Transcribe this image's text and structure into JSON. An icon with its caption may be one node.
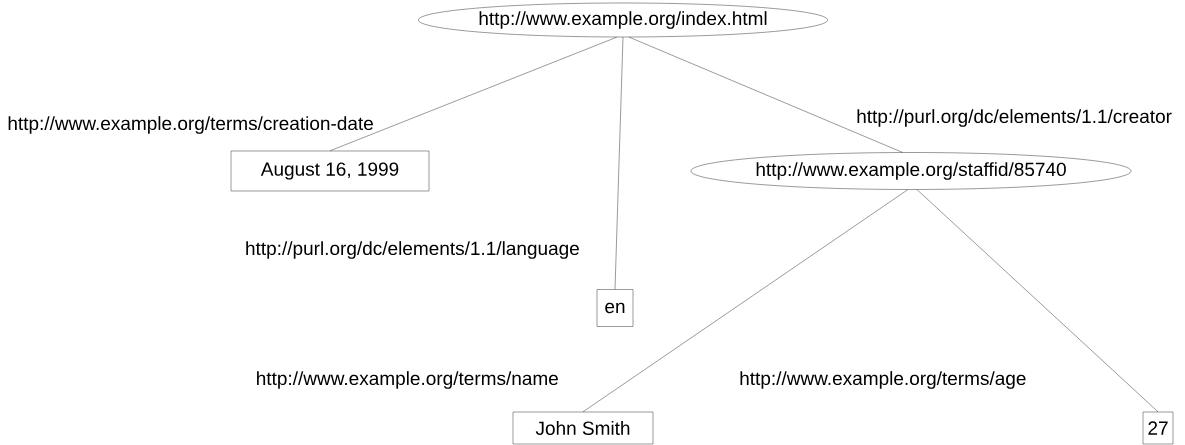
{
  "diagram": {
    "nodes": [
      {
        "text": [
          "http://www.example.org/index.html"
        ]
      },
      {
        "text": [
          "August 16, 1999"
        ]
      },
      {
        "text": [
          "http://www.example.org/staffid/85740"
        ]
      },
      {
        "text": [
          "en"
        ]
      },
      {
        "text": [
          "John Smith"
        ]
      },
      {
        "text": [
          "27"
        ]
      }
    ],
    "edges": [
      {
        "from": 0,
        "to": 1,
        "arrow": "none",
        "label": "http://www.example.org/terms/creation-date"
      },
      {
        "from": 0,
        "to": 3,
        "arrow": "none",
        "label": "http://purl.org/dc/elements/1.1/language"
      },
      {
        "from": 0,
        "to": 2,
        "arrow": "none",
        "label": "http://purl.org/dc/elements/1.1/creator"
      },
      {
        "from": 2,
        "to": 4,
        "arrow": "none",
        "label": "http://www.example.org/terms/name"
      },
      {
        "from": 2,
        "to": 5,
        "arrow": "none",
        "label": "http://www.example.org/terms/age"
      }
    ]
  }
}
